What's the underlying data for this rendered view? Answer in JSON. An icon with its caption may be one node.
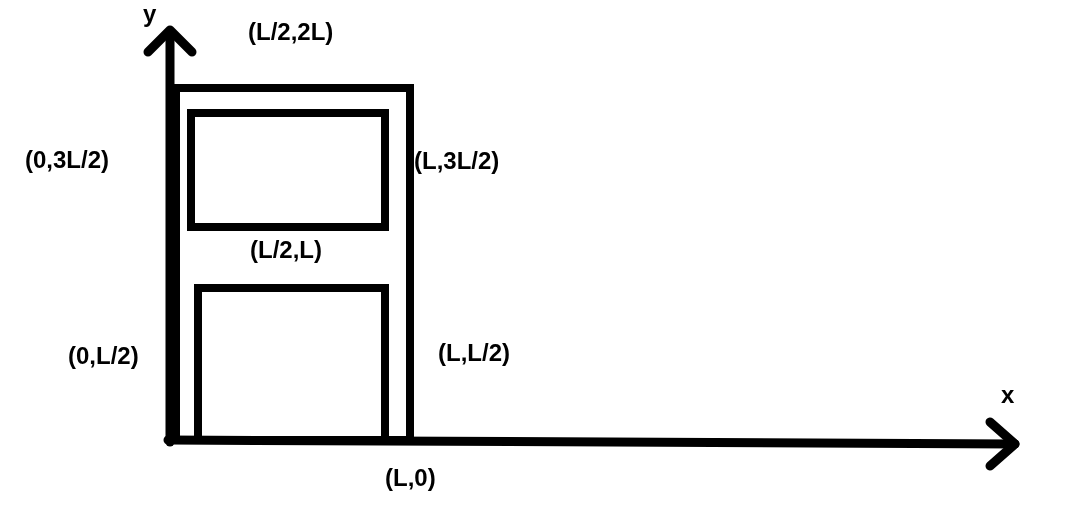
{
  "diagram": {
    "labels": [
      "y",
      "(L/2,2L)",
      "(0,3L/2)",
      "(L,3L/2)",
      "(L/2,L)",
      "(0,L/2)",
      "(L,L/2)",
      "x",
      "(L,0)"
    ]
  }
}
